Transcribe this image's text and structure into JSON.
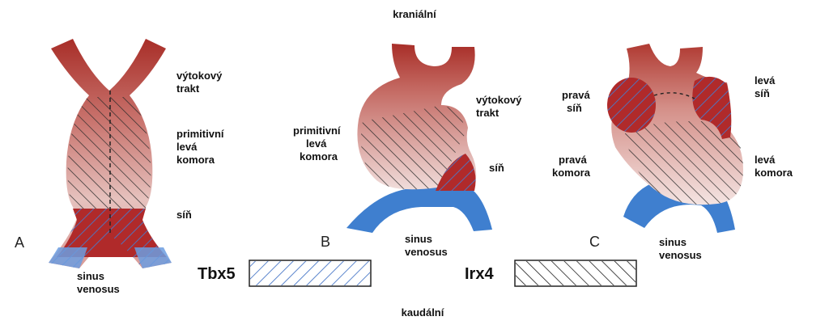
{
  "directions": {
    "top": "kraniální",
    "bottom": "kaudální"
  },
  "panels": {
    "a": {
      "letter": "A",
      "outflow": [
        "výtokový",
        "trakt"
      ],
      "ventricle": [
        "primitivní",
        "levá",
        "komora"
      ],
      "atrium": "síň",
      "sinus": [
        "sinus",
        "venosus"
      ]
    },
    "b": {
      "letter": "B",
      "outflow": [
        "výtokový",
        "trakt"
      ],
      "ventricle": [
        "primitivní",
        "levá",
        "komora"
      ],
      "atrium": "síň",
      "sinus": [
        "sinus",
        "venosus"
      ]
    },
    "c": {
      "letter": "C",
      "right_atrium": [
        "pravá",
        "síň"
      ],
      "left_atrium": [
        "levá",
        "síň"
      ],
      "right_ventricle": [
        "pravá",
        "komora"
      ],
      "left_ventricle": [
        "levá",
        "komora"
      ],
      "sinus": [
        "sinus",
        "venosus"
      ]
    }
  },
  "legend": {
    "tbx5": {
      "label": "Tbx5",
      "color": "#4a78c8"
    },
    "irx4": {
      "label": "Irx4",
      "color": "#222222"
    }
  },
  "colors": {
    "tube_red": "#a8302a",
    "tube_pink": "#e2b4b0",
    "sinus_blue": "#3f7fcf",
    "atrium_red": "#b02a2a"
  }
}
